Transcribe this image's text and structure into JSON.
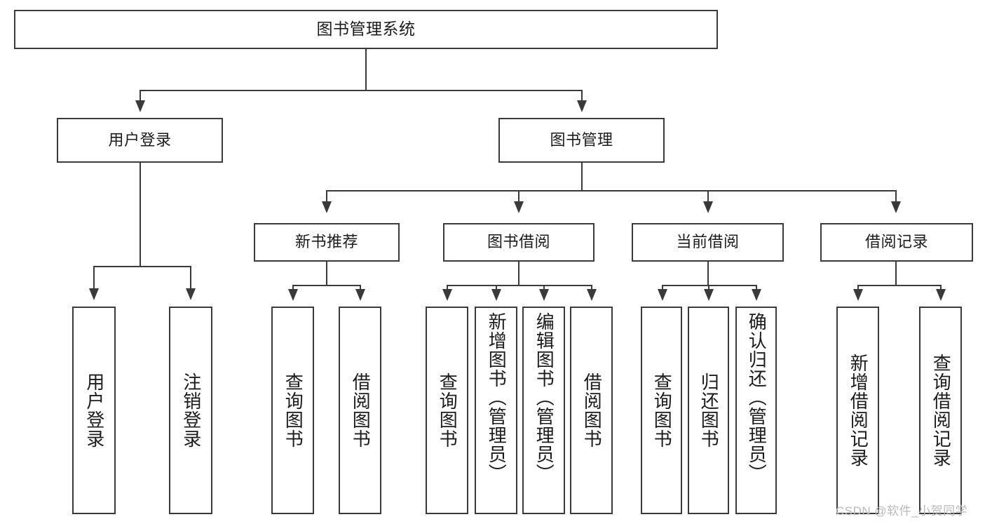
{
  "diagram": {
    "title": "图书管理系统",
    "type": "tree-hierarchy",
    "watermark": "CSDN @软件_小贺同学",
    "colors": {
      "stroke": "#3a3a3a",
      "background": "#ffffff",
      "text": "#1b1b1b",
      "watermark": "#b9b9b9"
    },
    "levels": {
      "root": {
        "label": "图书管理系统"
      },
      "level2": [
        {
          "label": "用户登录"
        },
        {
          "label": "图书管理"
        }
      ],
      "level3": [
        {
          "label": "新书推荐"
        },
        {
          "label": "图书借阅"
        },
        {
          "label": "当前借阅"
        },
        {
          "label": "借阅记录"
        }
      ],
      "leaves": {
        "user_login": [
          {
            "label": "用户登录"
          },
          {
            "label": "注销登录"
          }
        ],
        "new_book_recommend": [
          {
            "label": "查询图书"
          },
          {
            "label": "借阅图书"
          }
        ],
        "book_borrow": [
          {
            "label": "查询图书"
          },
          {
            "label": "新增图书（管理员）"
          },
          {
            "label": "编辑图书（管理员）"
          },
          {
            "label": "借阅图书"
          }
        ],
        "current_borrow": [
          {
            "label": "查询图书"
          },
          {
            "label": "归还图书"
          },
          {
            "label": "确认归还（管理员）"
          }
        ],
        "borrow_records": [
          {
            "label": "新增借阅记录"
          },
          {
            "label": "查询借阅记录"
          }
        ]
      }
    }
  }
}
